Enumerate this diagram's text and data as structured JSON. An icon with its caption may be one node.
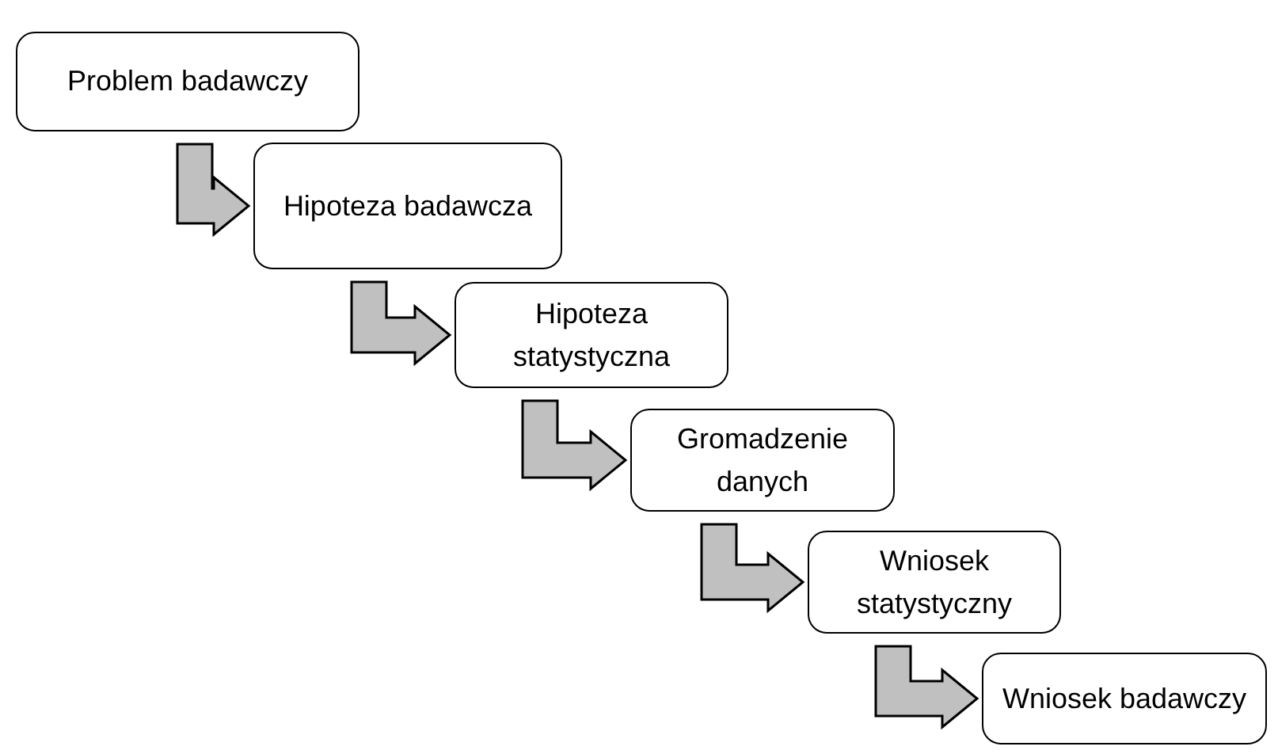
{
  "diagram": {
    "nodes": [
      {
        "text": [
          "Problem badawczy"
        ]
      },
      {
        "text": [
          "Hipoteza badawcza"
        ]
      },
      {
        "text": [
          "Hipoteza statystyczna"
        ]
      },
      {
        "text": [
          "Gromadzenie danych"
        ]
      },
      {
        "text": [
          "Wniosek statystyczny"
        ]
      },
      {
        "text": [
          "Wniosek badawczy"
        ]
      }
    ],
    "edges": [
      {
        "from": 0,
        "to": 1,
        "arrow": "to"
      },
      {
        "from": 1,
        "to": 2,
        "arrow": "to"
      },
      {
        "from": 2,
        "to": 3,
        "arrow": "to"
      },
      {
        "from": 3,
        "to": 4,
        "arrow": "to"
      },
      {
        "from": 4,
        "to": 5,
        "arrow": "to"
      }
    ]
  }
}
